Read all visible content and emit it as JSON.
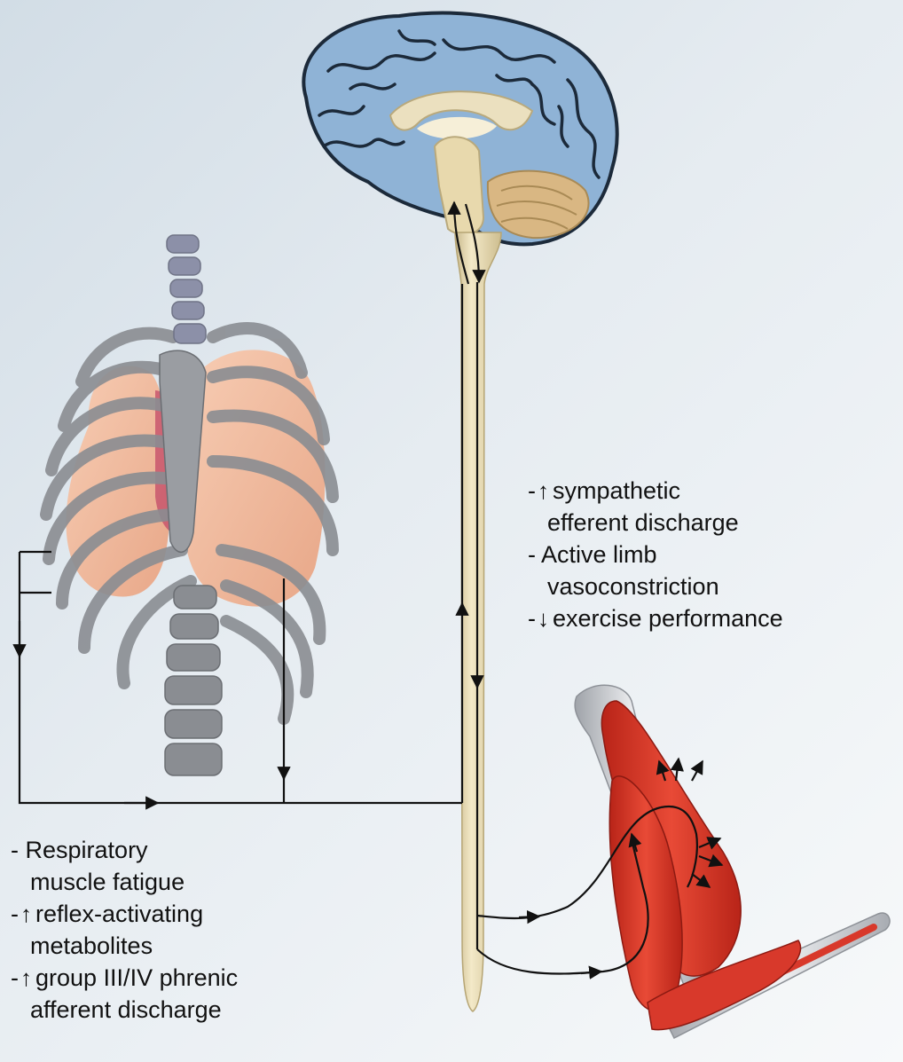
{
  "efferent_effects": [
    {
      "prefix": "-",
      "arrow": "↑",
      "text": "sympathetic"
    },
    {
      "indent": true,
      "text": "efferent discharge"
    },
    {
      "prefix": "-",
      "text": "Active limb"
    },
    {
      "indent": true,
      "text": "vasoconstriction"
    },
    {
      "prefix": "-",
      "arrow": "↓",
      "text": "exercise performance"
    }
  ],
  "respiratory_effects": [
    {
      "prefix": "-",
      "text": "Respiratory"
    },
    {
      "indent": true,
      "text": "muscle fatigue"
    },
    {
      "prefix": "-",
      "arrow": "↑",
      "text": "reflex-activating"
    },
    {
      "indent": true,
      "text": "metabolites"
    },
    {
      "prefix": "-",
      "arrow": "↑",
      "text": "group III/IV phrenic"
    },
    {
      "indent": true,
      "text": "afferent discharge"
    }
  ],
  "colors": {
    "brain_cortex": "#8fb3d6",
    "brain_gyri": "#1c2a3a",
    "spinal_cord": "#e9dcb4",
    "cerebellum": "#d9b783",
    "lung": "#f2bca0",
    "ribs": "#8a8d92",
    "vertebrae": "#8c90a8",
    "muscle": "#d8392b",
    "bone": "#d4d6da",
    "pathway_line": "#111111"
  },
  "icons": [
    "brain-illustration",
    "spinal-cord-illustration",
    "ribcage-lungs-illustration",
    "leg-muscle-illustration"
  ]
}
